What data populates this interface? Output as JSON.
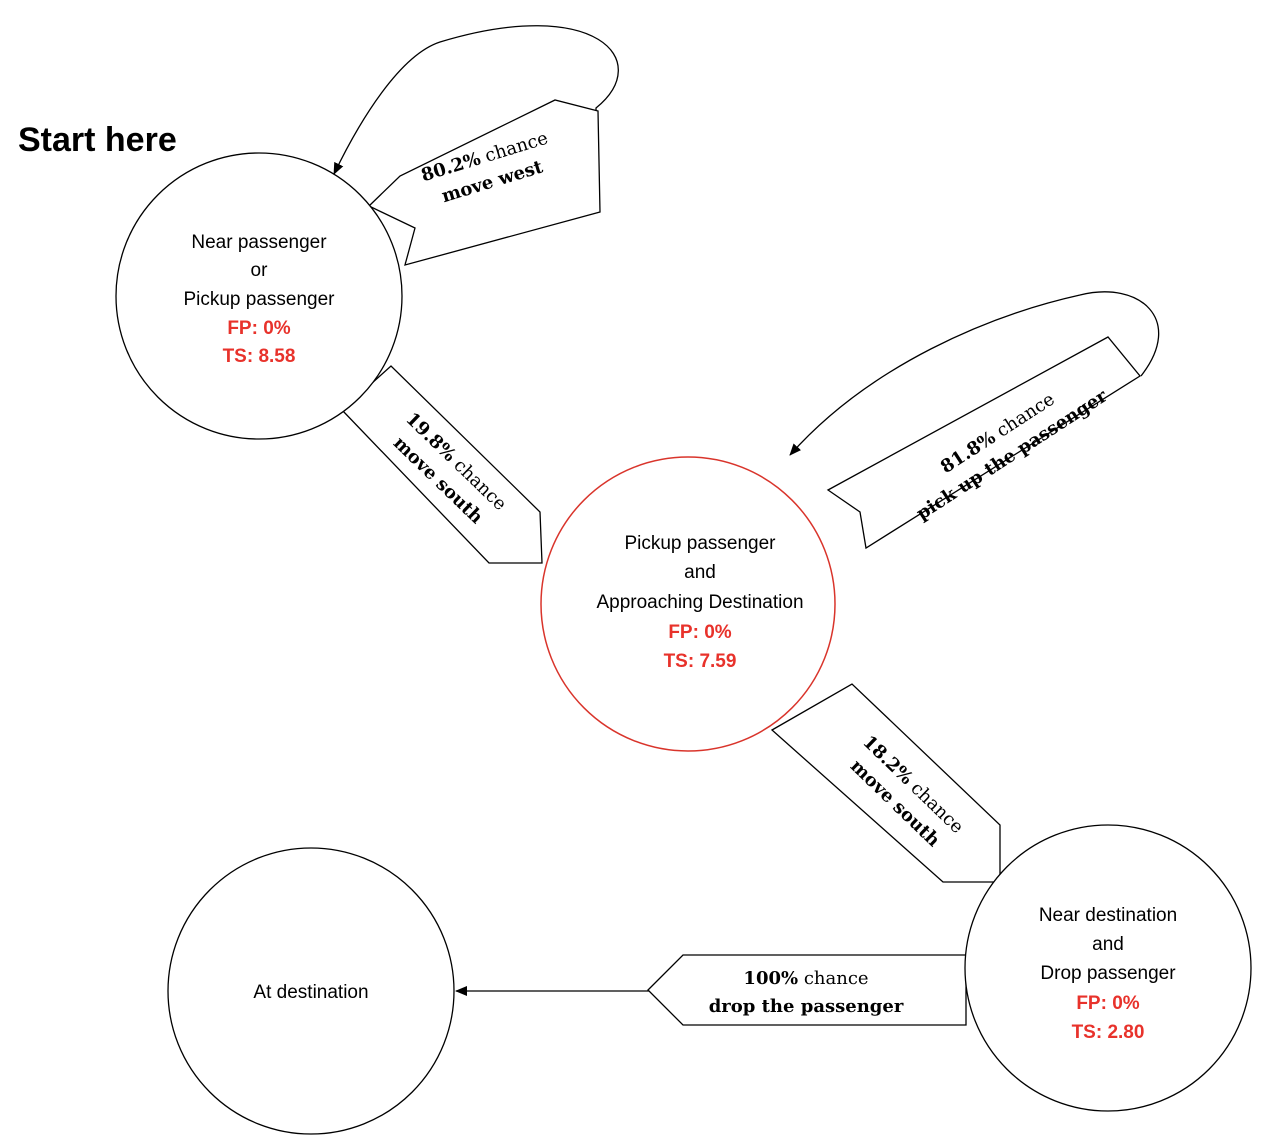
{
  "title": "Start here",
  "colors": {
    "stat": "#e8322b",
    "highlight_border": "#d9342b",
    "line": "#000000"
  },
  "nodes": [
    {
      "id": "near-passenger",
      "lines": [
        "Near passenger",
        "or",
        "Pickup passenger"
      ],
      "fp": "FP: 0%",
      "ts": "TS: 8.58"
    },
    {
      "id": "pickup-approaching",
      "lines": [
        "Pickup passenger",
        "and",
        "Approaching Destination"
      ],
      "fp": "FP: 0%",
      "ts": "TS: 7.59"
    },
    {
      "id": "near-destination",
      "lines": [
        "Near destination",
        "and",
        "Drop passenger"
      ],
      "fp": "FP: 0%",
      "ts": "TS: 2.80"
    },
    {
      "id": "at-destination",
      "lines": [
        "At destination"
      ]
    }
  ],
  "edges": [
    {
      "id": "move-west",
      "pct": "80.2%",
      "chance": "chance",
      "action": "move west"
    },
    {
      "id": "move-south-1",
      "pct": "19.8%",
      "chance": "chance",
      "action": "move south"
    },
    {
      "id": "pick-up",
      "pct": "81.8%",
      "chance": "chance",
      "action": "pick up the passenger"
    },
    {
      "id": "move-south-2",
      "pct": "18.2%",
      "chance": "chance",
      "action": "move south"
    },
    {
      "id": "drop",
      "pct": "100%",
      "chance": "chance",
      "action": "drop the passenger"
    }
  ]
}
